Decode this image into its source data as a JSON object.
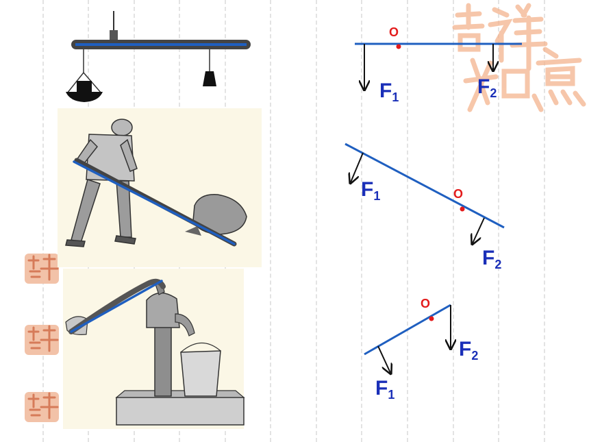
{
  "colors": {
    "lever": "#1f5fc0",
    "force_arrow": "#111111",
    "label": "#1a2fb8",
    "pivot": "#e31b1b",
    "seal": "#f4b48e",
    "seal_small": "#eaa283",
    "illustration_bg": "#fbf7e6",
    "grid": "#e3e3e3"
  },
  "decor": {
    "watermark_seal_text": "吉祥如意",
    "small_seal_text": "吉祥如意"
  },
  "illustrations": [
    {
      "name": "steelyard-balance",
      "description_icon": "steelyard-balance-icon"
    },
    {
      "name": "man-prying-rock",
      "description_icon": "crowbar-lever-icon"
    },
    {
      "name": "hand-water-pump",
      "description_icon": "water-pump-icon"
    }
  ],
  "diagrams": [
    {
      "pivot_label": "O",
      "f1_main": "F",
      "f1_sub": "1",
      "f2_main": "F",
      "f2_sub": "2"
    },
    {
      "pivot_label": "O",
      "f1_main": "F",
      "f1_sub": "1",
      "f2_main": "F",
      "f2_sub": "2"
    },
    {
      "pivot_label": "O",
      "f1_main": "F",
      "f1_sub": "1",
      "f2_main": "F",
      "f2_sub": "2"
    }
  ]
}
